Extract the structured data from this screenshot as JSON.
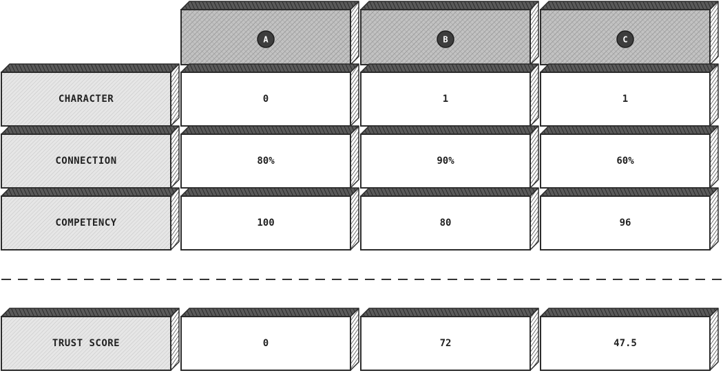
{
  "columns": [
    {
      "id": "A",
      "label": "A"
    },
    {
      "id": "B",
      "label": "B"
    },
    {
      "id": "C",
      "label": "C"
    }
  ],
  "rows": [
    {
      "label": "CHARACTER",
      "values": [
        "0",
        "1",
        "1"
      ]
    },
    {
      "label": "CONNECTION",
      "values": [
        "80%",
        "90%",
        "60%"
      ]
    },
    {
      "label": "COMPETENCY",
      "values": [
        "100",
        "80",
        "96"
      ]
    }
  ],
  "total": {
    "label": "TRUST SCORE",
    "values": [
      "0",
      "72",
      "47.5"
    ]
  },
  "colors": {
    "stroke": "#2b2b2b",
    "header_face": "#bcbcbc",
    "label_face": "#e2e2e2",
    "cell_face": "#ffffff",
    "top_face": "#555555",
    "badge": "#3d3d3d"
  }
}
